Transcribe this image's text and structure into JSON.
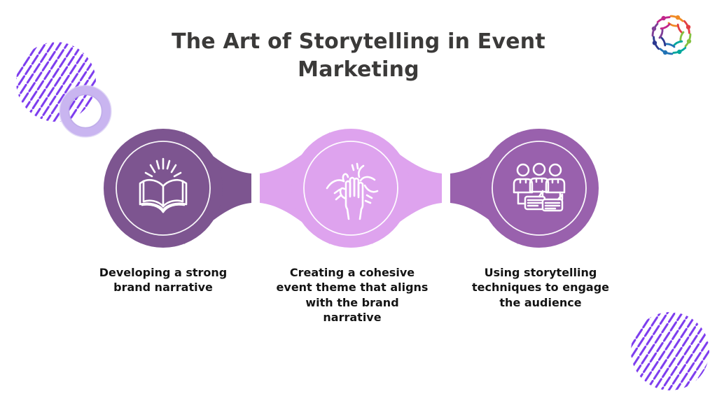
{
  "title": {
    "line1": "The Art of Storytelling in Event",
    "line2": "Marketing"
  },
  "steps": [
    {
      "label": "Developing a strong brand narrative",
      "icon": "open-book-rays-icon",
      "fill": "#7D5590"
    },
    {
      "label": "Creating a cohesive event theme that aligns with the brand narrative",
      "icon": "hands-together-icon",
      "fill": "#DEA3EE"
    },
    {
      "label": "Using storytelling techniques to engage the audience",
      "icon": "audience-speech-bubbles-icon",
      "fill": "#9961AD"
    }
  ],
  "decor": {
    "background": "#FFFFFF",
    "hatch_color": "#7C3BEE",
    "ring_color": "#C9B5F0",
    "ring_inner_color": "#B4A0E4",
    "title_color": "#3B3A39",
    "label_color": "#141414",
    "icon_stroke": "#FFFFFF"
  },
  "logo": {
    "name": "swirl-people-logo",
    "colors": [
      "#F08A24",
      "#E23E44",
      "#85C141",
      "#00A79D",
      "#2173B5",
      "#2B3990",
      "#7F3F98",
      "#C2268B"
    ]
  }
}
